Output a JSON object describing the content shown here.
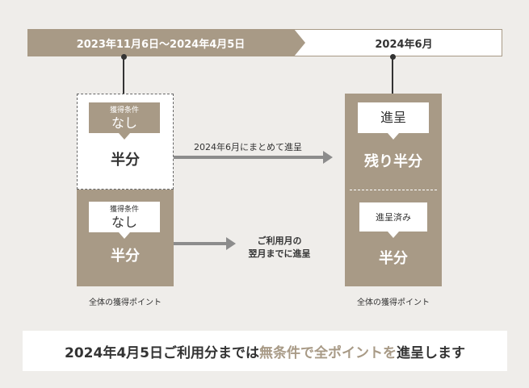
{
  "timeline": {
    "period_label": "2023年11月6日〜2024年4月5日",
    "grant_month_label": "2024年6月",
    "accent_color": "#a89a86"
  },
  "left": {
    "top": {
      "cond_small": "獲得条件",
      "cond_big": "なし",
      "half": "半分"
    },
    "bottom": {
      "cond_small": "獲得条件",
      "cond_big": "なし",
      "half": "半分"
    },
    "caption": "全体の獲得ポイント"
  },
  "right": {
    "top": {
      "badge": "進呈",
      "text": "残り半分"
    },
    "bottom": {
      "badge": "進呈済み",
      "text": "半分"
    },
    "caption": "全体の獲得ポイント"
  },
  "arrows": {
    "upper_label": "2024年6月にまとめて進呈",
    "lower_label_line1": "ご利用月の",
    "lower_label_line2": "翌月までに進呈"
  },
  "banner": {
    "prefix": "2024年4月5日ご利用分までは",
    "highlight": "無条件で全ポイントを",
    "suffix": "進呈します"
  }
}
